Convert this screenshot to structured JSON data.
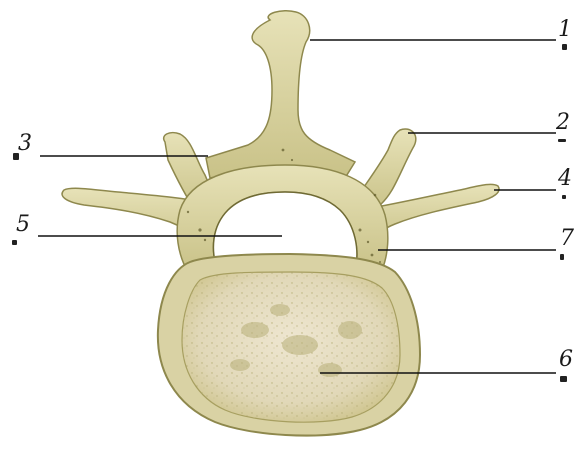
{
  "figure": {
    "subject": "",
    "labels": [
      {
        "id": "1",
        "text": "1"
      },
      {
        "id": "2",
        "text": "2"
      },
      {
        "id": "3",
        "text": "3"
      },
      {
        "id": "4",
        "text": "4"
      },
      {
        "id": "5",
        "text": "5"
      },
      {
        "id": "6",
        "text": "6"
      },
      {
        "id": "7",
        "text": "7"
      }
    ],
    "colors": {
      "bone": "#dcd7a6",
      "bone_shadow": "#a59f62",
      "bone_dark": "#6f6a34",
      "body_surface": "#e7dfc6",
      "body_speckle": "#b9b27a",
      "leader_line": "#111111"
    }
  }
}
